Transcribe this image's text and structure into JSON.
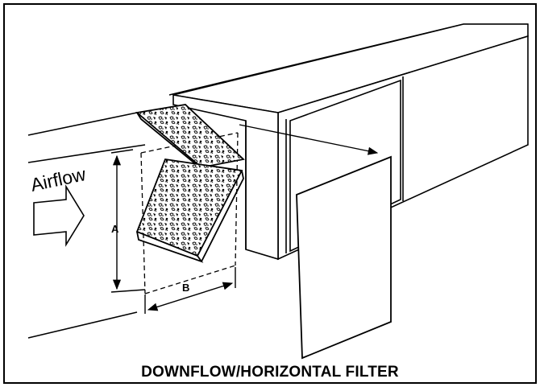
{
  "diagram": {
    "caption": "DOWNFLOW/HORIZONTAL FILTER",
    "labels": {
      "airflow": "Airflow",
      "dim_a": "A",
      "dim_b": "B"
    }
  }
}
